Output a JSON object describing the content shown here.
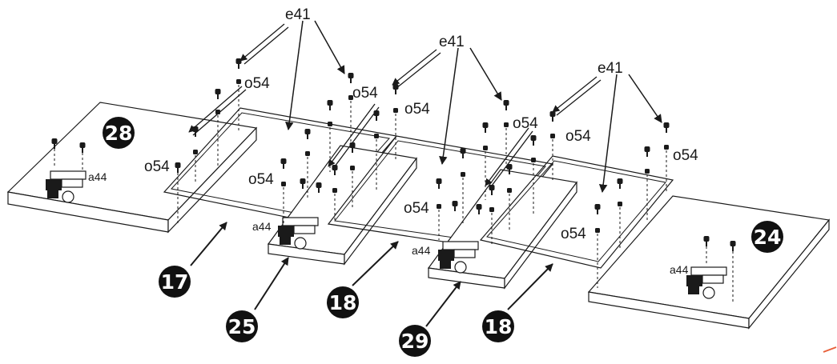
{
  "labels": {
    "screw": "e41",
    "dowel": "o54",
    "hinge": "a44"
  },
  "badges": [
    "28",
    "17",
    "25",
    "18",
    "29",
    "18",
    "24"
  ]
}
